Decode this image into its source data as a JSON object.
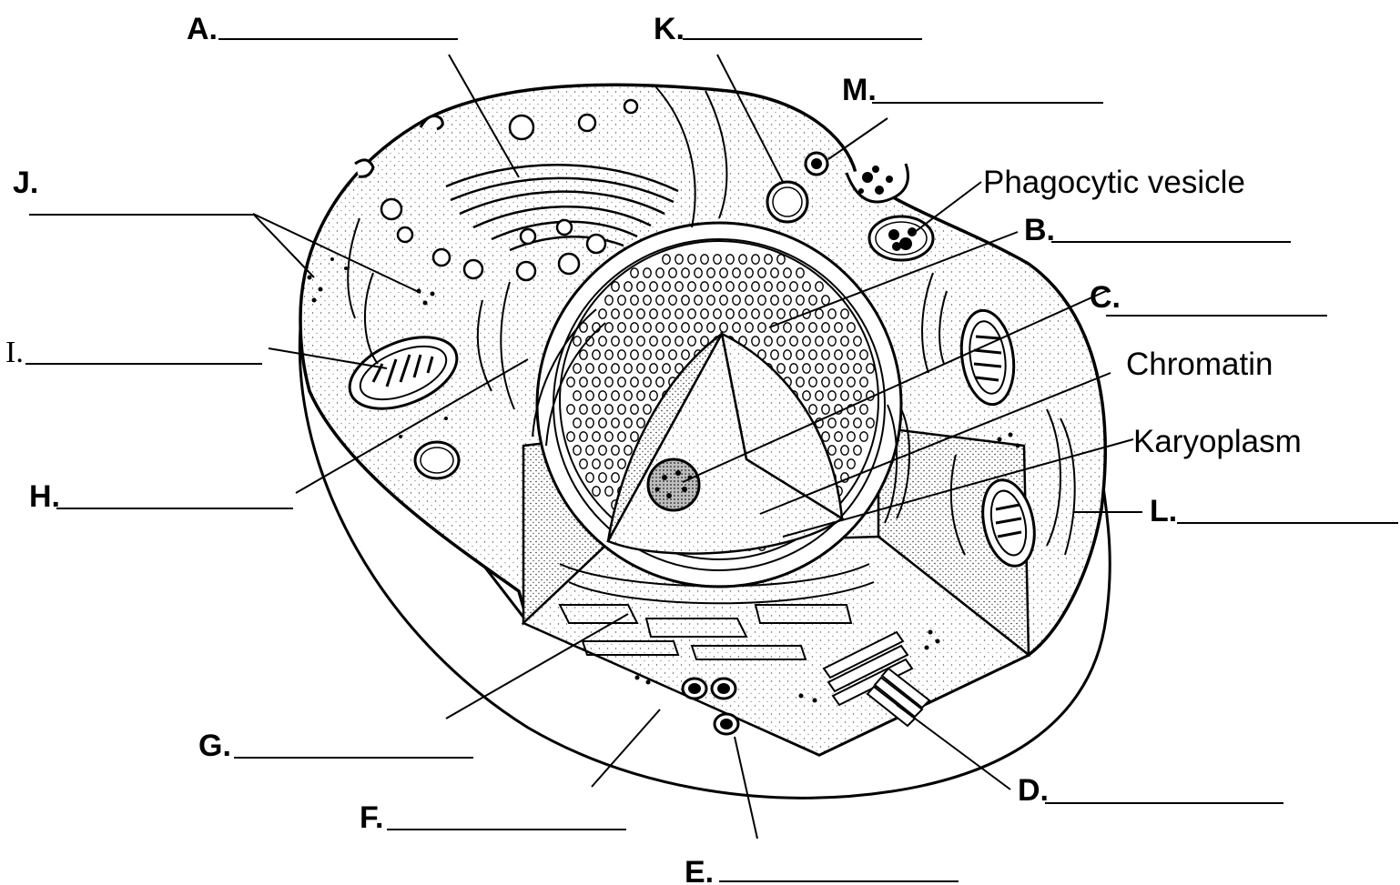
{
  "diagram": {
    "labels": [
      {
        "id": "A",
        "text": "A."
      },
      {
        "id": "K",
        "text": "K."
      },
      {
        "id": "M",
        "text": "M."
      },
      {
        "id": "J",
        "text": "J."
      },
      {
        "id": "I",
        "text": "I."
      },
      {
        "id": "H",
        "text": "H."
      },
      {
        "id": "B",
        "text": "B."
      },
      {
        "id": "C",
        "text": "C."
      },
      {
        "id": "L",
        "text": "L."
      },
      {
        "id": "G",
        "text": "G."
      },
      {
        "id": "F",
        "text": "F."
      },
      {
        "id": "E",
        "text": "E."
      },
      {
        "id": "D",
        "text": "D."
      }
    ],
    "named_labels": [
      {
        "id": "phagocytic",
        "text": "Phagocytic vesicle"
      },
      {
        "id": "chromatin",
        "text": "Chromatin"
      },
      {
        "id": "karyoplasm",
        "text": "Karyoplasm"
      }
    ]
  }
}
